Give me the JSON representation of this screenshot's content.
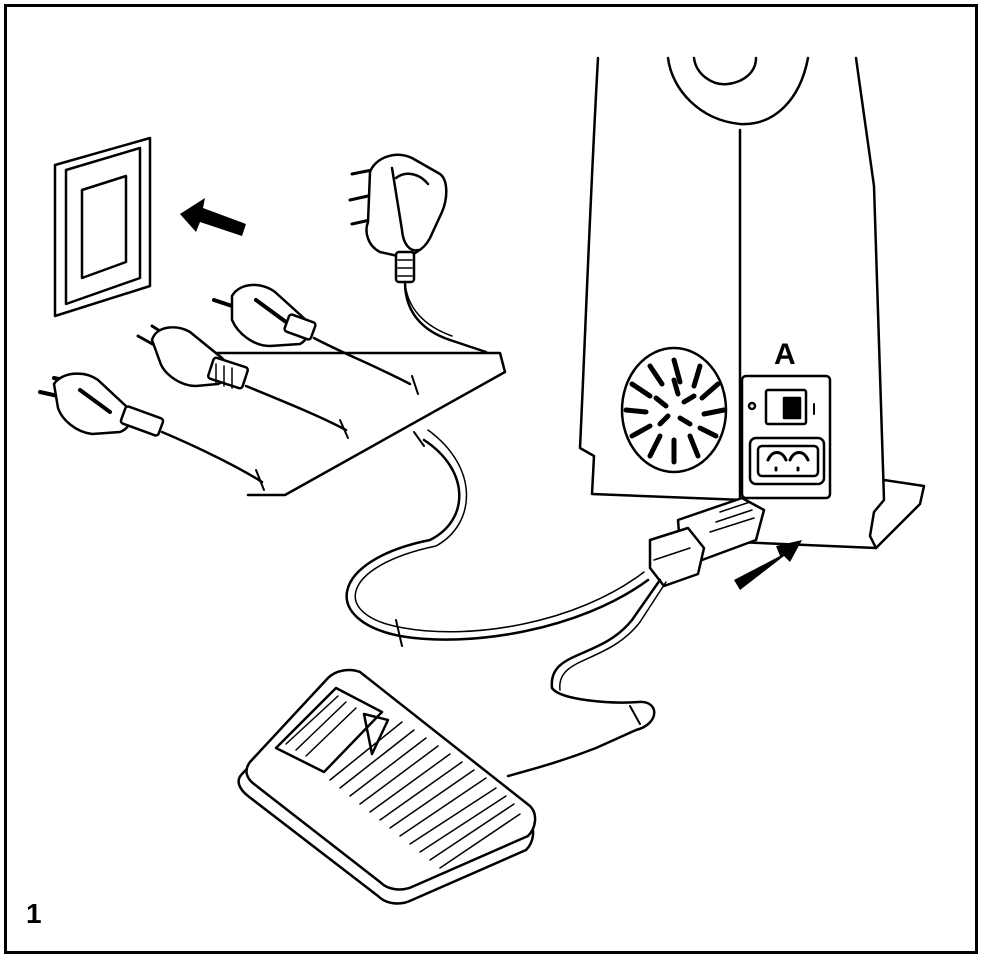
{
  "figure": {
    "number": "1",
    "callout_a": "A"
  },
  "colors": {
    "line": "#000000",
    "fill": "#ffffff"
  },
  "parts": [
    "wall-socket",
    "plug-uk-adapter",
    "plug-euro",
    "plug-us",
    "plug-euro-2",
    "foot-controller",
    "machine-socket-connector",
    "power-switch"
  ]
}
